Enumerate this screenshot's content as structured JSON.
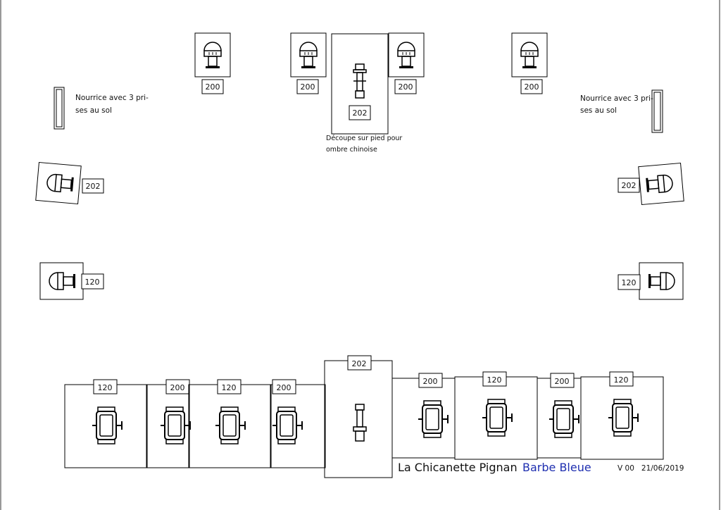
{
  "rig_label_upper_bar": "200",
  "rig_label_upper_center": "202",
  "note_center": [
    "Découpe sur pied pour",
    "ombre chinoise"
  ],
  "note_left": [
    "Nourrice  avec 3 pri-",
    "ses au sol"
  ],
  "note_right": [
    "Nourrice  avec 3 pri-",
    "ses au sol"
  ],
  "side_upper_left": "202",
  "side_upper_right": "202",
  "side_lower_left": "120",
  "side_lower_right": "120",
  "floor_row": [
    "120",
    "200",
    "120",
    "200",
    "202",
    "200",
    "120",
    "200",
    "120"
  ],
  "footer": {
    "venue": "La Chicanette Pignan",
    "show": "Barbe Bleue",
    "version": "V 00   21/06/2019",
    "show_color": "#1f2fb0"
  }
}
